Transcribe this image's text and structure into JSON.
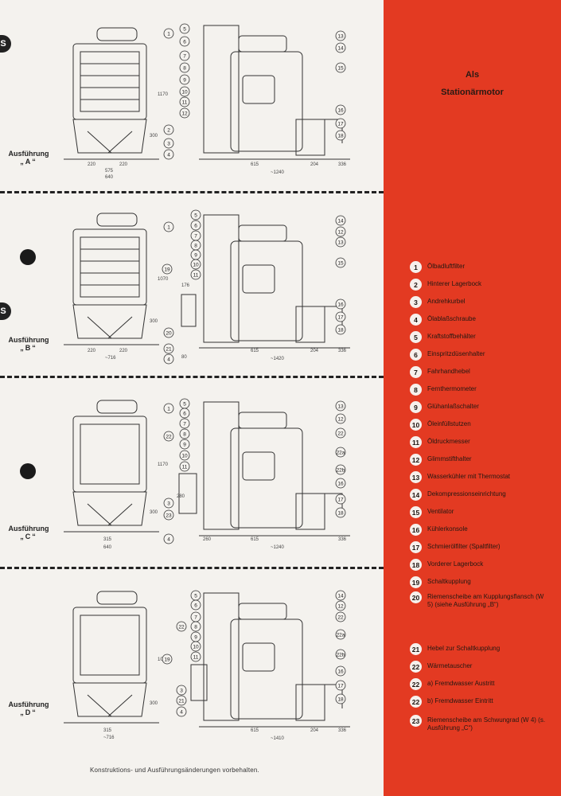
{
  "side_tabs": [
    "S",
    "S"
  ],
  "right_panel": {
    "heading_line1": "Als",
    "heading_line2": "Stationärmotor"
  },
  "variants": [
    {
      "label": "Ausführung",
      "letter": "„A“"
    },
    {
      "label": "Ausführung",
      "letter": "„B“"
    },
    {
      "label": "Ausführung",
      "letter": "„C“"
    },
    {
      "label": "Ausführung",
      "letter": "„D“"
    }
  ],
  "legend": [
    {
      "num": "1",
      "text": "Ölbadluftfilter"
    },
    {
      "num": "2",
      "text": "Hinterer Lagerbock"
    },
    {
      "num": "3",
      "text": "Andrehkurbel"
    },
    {
      "num": "4",
      "text": "Ölablaßschraube"
    },
    {
      "num": "5",
      "text": "Kraftstoffbehälter"
    },
    {
      "num": "6",
      "text": "Einspritzdüsenhalter"
    },
    {
      "num": "7",
      "text": "Fahrhandhebel"
    },
    {
      "num": "8",
      "text": "Fernthermometer"
    },
    {
      "num": "9",
      "text": "Glühanlaßschalter"
    },
    {
      "num": "10",
      "text": "Öleinfüllstutzen"
    },
    {
      "num": "11",
      "text": "Öldruckmesser"
    },
    {
      "num": "12",
      "text": "Glimmstifthalter"
    },
    {
      "num": "13",
      "text": "Wasserkühler mit Thermostat"
    },
    {
      "num": "14",
      "text": "Dekompressionseinrichtung"
    },
    {
      "num": "15",
      "text": "Ventilator"
    },
    {
      "num": "16",
      "text": "Kühlerkonsole"
    },
    {
      "num": "17",
      "text": "Schmierölfilter (Spaltfilter)"
    },
    {
      "num": "18",
      "text": "Vorderer Lagerbock"
    },
    {
      "num": "19",
      "text": "Schaltkupplung"
    },
    {
      "num": "20",
      "text": "Riemenscheibe am Kupplungsflansch (W 5) (siehe Ausführung „B“)"
    },
    {
      "num": "21",
      "text": "Hebel zur Schaltkupplung"
    },
    {
      "num": "22",
      "text": "Wärmetauscher"
    },
    {
      "num": "22",
      "text": "a) Fremdwasser Austritt"
    },
    {
      "num": "22",
      "text": "b) Fremdwasser Eintritt"
    },
    {
      "num": "23",
      "text": "Riemenscheibe am Schwungrad (W 4) (s. Ausführung „C“)"
    }
  ],
  "dimensions": {
    "a": [
      "220",
      "220",
      "575",
      "640",
      "615",
      "204",
      "336",
      "~1240",
      "1170",
      "300"
    ],
    "b": [
      "220",
      "220",
      "~716",
      "615",
      "204",
      "336",
      "~1420",
      "176",
      "1070",
      "300",
      "80"
    ],
    "c": [
      "315",
      "640",
      "260",
      "615",
      "336",
      "~1240",
      "280",
      "1170",
      "300"
    ],
    "d": [
      "315",
      "~716",
      "615",
      "204",
      "336",
      "~1410",
      "1070",
      "300"
    ]
  },
  "footer": "Konstruktions- und Ausführungsänderungen vorbehalten."
}
